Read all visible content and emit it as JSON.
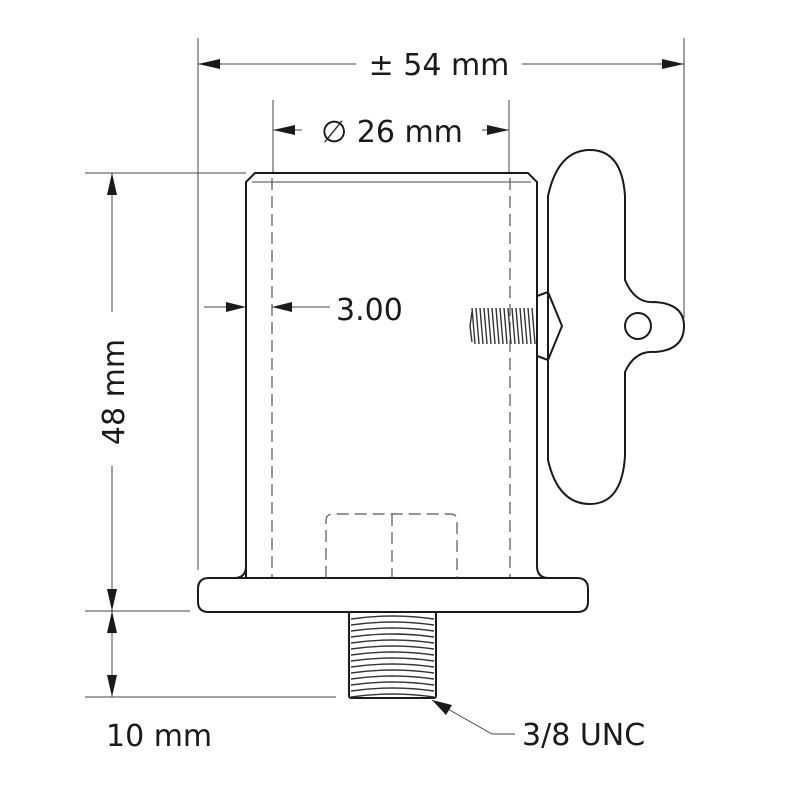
{
  "dimensions": {
    "overall_width": "± 54 mm",
    "diameter": "∅ 26 mm",
    "wall": "3.00",
    "height": "48 mm",
    "thread_length": "10 mm",
    "thread_spec": "3/8 UNC"
  },
  "colors": {
    "line": "#1a1a1a",
    "background": "#ffffff"
  }
}
